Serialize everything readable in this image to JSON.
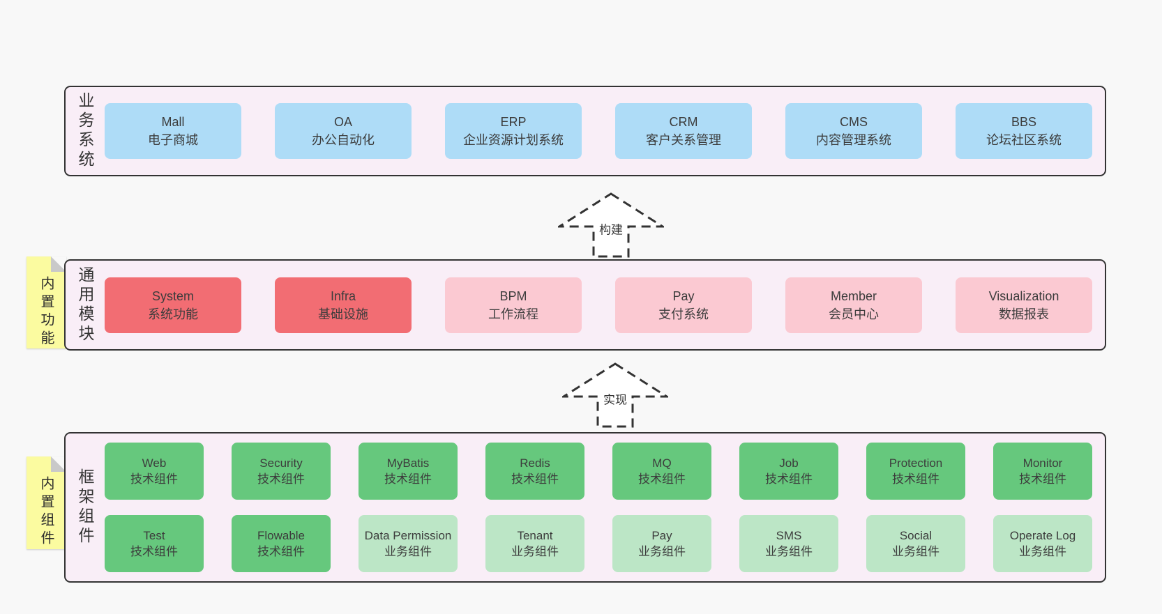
{
  "colors": {
    "page_bg": "#f8f8f8",
    "band_bg": "#f9eef7",
    "border": "#333333",
    "text": "#3c3c3c",
    "sticky": "#fbfba0",
    "sticky_fold": "#c9c9c9",
    "blue": "#aedcf7",
    "red": "#f26d73",
    "pink": "#fbc9d2",
    "green": "#66c87d",
    "lightgreen": "#bce6c6"
  },
  "arrows": [
    {
      "label": "构建"
    },
    {
      "label": "实现"
    }
  ],
  "bands": [
    {
      "id": "business",
      "label": "业务系统",
      "sticky": null,
      "rows": [
        [
          {
            "name": "Mall",
            "desc": "电子商城",
            "color": "blue"
          },
          {
            "name": "OA",
            "desc": "办公自动化",
            "color": "blue"
          },
          {
            "name": "ERP",
            "desc": "企业资源计划系统",
            "color": "blue"
          },
          {
            "name": "CRM",
            "desc": "客户关系管理",
            "color": "blue"
          },
          {
            "name": "CMS",
            "desc": "内容管理系统",
            "color": "blue"
          },
          {
            "name": "BBS",
            "desc": "论坛社区系统",
            "color": "blue"
          }
        ]
      ]
    },
    {
      "id": "modules",
      "label": "通用模块",
      "sticky": "内置功能",
      "rows": [
        [
          {
            "name": "System",
            "desc": "系统功能",
            "color": "red"
          },
          {
            "name": "Infra",
            "desc": "基础设施",
            "color": "red"
          },
          {
            "name": "BPM",
            "desc": "工作流程",
            "color": "pink"
          },
          {
            "name": "Pay",
            "desc": "支付系统",
            "color": "pink"
          },
          {
            "name": "Member",
            "desc": "会员中心",
            "color": "pink"
          },
          {
            "name": "Visualization",
            "desc": "数据报表",
            "color": "pink"
          }
        ]
      ]
    },
    {
      "id": "framework",
      "label": "框架组件",
      "sticky": "内置组件",
      "rows": [
        [
          {
            "name": "Web",
            "desc": "技术组件",
            "color": "green"
          },
          {
            "name": "Security",
            "desc": "技术组件",
            "color": "green"
          },
          {
            "name": "MyBatis",
            "desc": "技术组件",
            "color": "green"
          },
          {
            "name": "Redis",
            "desc": "技术组件",
            "color": "green"
          },
          {
            "name": "MQ",
            "desc": "技术组件",
            "color": "green"
          },
          {
            "name": "Job",
            "desc": "技术组件",
            "color": "green"
          },
          {
            "name": "Protection",
            "desc": "技术组件",
            "color": "green"
          },
          {
            "name": "Monitor",
            "desc": "技术组件",
            "color": "green"
          }
        ],
        [
          {
            "name": "Test",
            "desc": "技术组件",
            "color": "green"
          },
          {
            "name": "Flowable",
            "desc": "技术组件",
            "color": "green"
          },
          {
            "name": "Data Permission",
            "desc": "业务组件",
            "color": "lightgreen"
          },
          {
            "name": "Tenant",
            "desc": "业务组件",
            "color": "lightgreen"
          },
          {
            "name": "Pay",
            "desc": "业务组件",
            "color": "lightgreen"
          },
          {
            "name": "SMS",
            "desc": "业务组件",
            "color": "lightgreen"
          },
          {
            "name": "Social",
            "desc": "业务组件",
            "color": "lightgreen"
          },
          {
            "name": "Operate Log",
            "desc": "业务组件",
            "color": "lightgreen"
          }
        ]
      ]
    }
  ]
}
